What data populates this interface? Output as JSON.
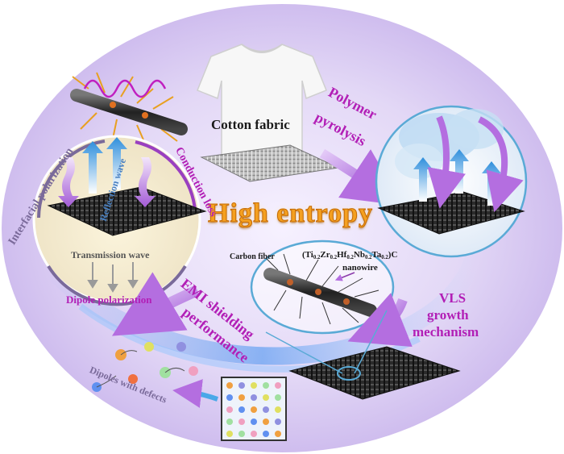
{
  "labels": {
    "cotton_fabric": "Cotton fabric",
    "polymer_pyrolysis_line1": "Polymer",
    "polymer_pyrolysis_line2": "pyrolysis",
    "high_entropy": "High entropy",
    "carbon_fiber": "Carbon fiber",
    "nanowire_formula_prefix": "(Ti",
    "nanowire_ti": "0.2",
    "nanowire_zr": "Zr",
    "nanowire_zr_sub": "0.2",
    "nanowire_hf": "Hf",
    "nanowire_hf_sub": "0.2",
    "nanowire_nb": "Nb",
    "nanowire_nb_sub": "0.2",
    "nanowire_ta": "Ta",
    "nanowire_ta_sub": "0.2",
    "nanowire_formula_suffix": ")C",
    "nanowire": "nanowire",
    "vls_line1": "VLS",
    "vls_line2": "growth",
    "vls_line3": "mechanism",
    "emi_line1": "EMI shielding",
    "emi_line2": "performance",
    "dipoles_with_defects": "Dipoles with defects",
    "interfacial_polarization": "Interfacial polarization",
    "conduction_loss": "Conduction loss",
    "reflection_wave": "Reflection wave",
    "transmission_wave": "Transmission wave",
    "dipole_polarization": "Dipole polarization"
  },
  "colors": {
    "accent_purple": "#b21fb6",
    "arrow_purple": "#b46ee0",
    "arrow_blue": "#4aa8e8",
    "fabric_dark": "#2a2a2a",
    "high_entropy_orange": "#f4a020",
    "background_lavender": "#e6ddf5"
  },
  "icons": [
    "t-shirt-icon",
    "carbon-fabric-icon",
    "nanowire-icon",
    "lattice-icon",
    "dipole-icon",
    "arrow-icon"
  ]
}
